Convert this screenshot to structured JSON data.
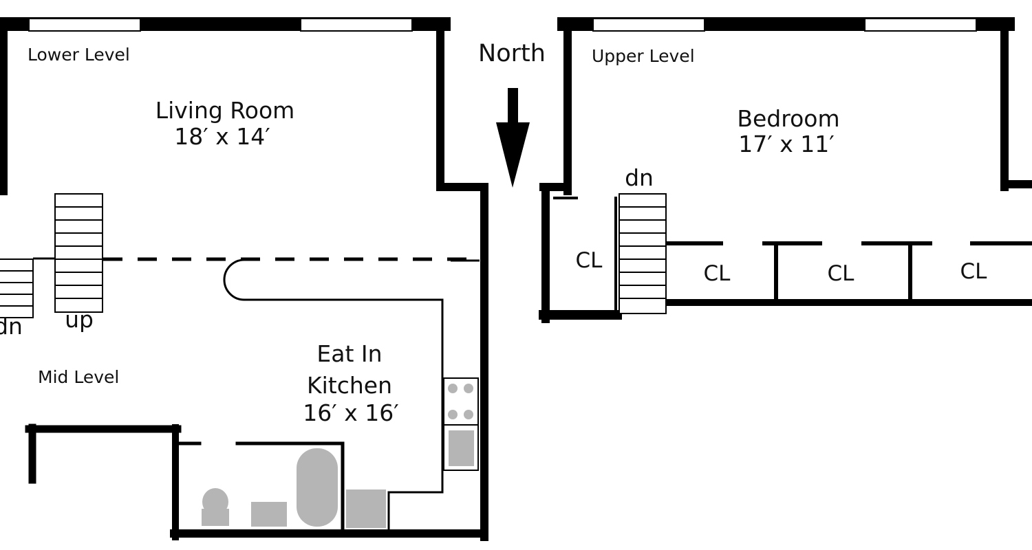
{
  "colors": {
    "wall": "#000000",
    "fixture": "#b5b5b5",
    "background": "#ffffff"
  },
  "levels": {
    "lower": "Lower Level",
    "mid": "Mid Level",
    "upper": "Upper Level"
  },
  "rooms": {
    "living": {
      "name": "Living Room",
      "dims": "18′ x 14′"
    },
    "kitchen": {
      "name_line1": "Eat In",
      "name_line2": "Kitchen",
      "dims": "16′ x 16′"
    },
    "bedroom": {
      "name": "Bedroom",
      "dims": "17′ x 11′"
    }
  },
  "stairs": {
    "up": "up",
    "dn_mid": "dn",
    "dn_upper": "dn"
  },
  "closets": [
    "CL",
    "CL",
    "CL",
    "CL"
  ],
  "compass": {
    "label": "North",
    "arrow_icon": "north-arrow-icon"
  }
}
